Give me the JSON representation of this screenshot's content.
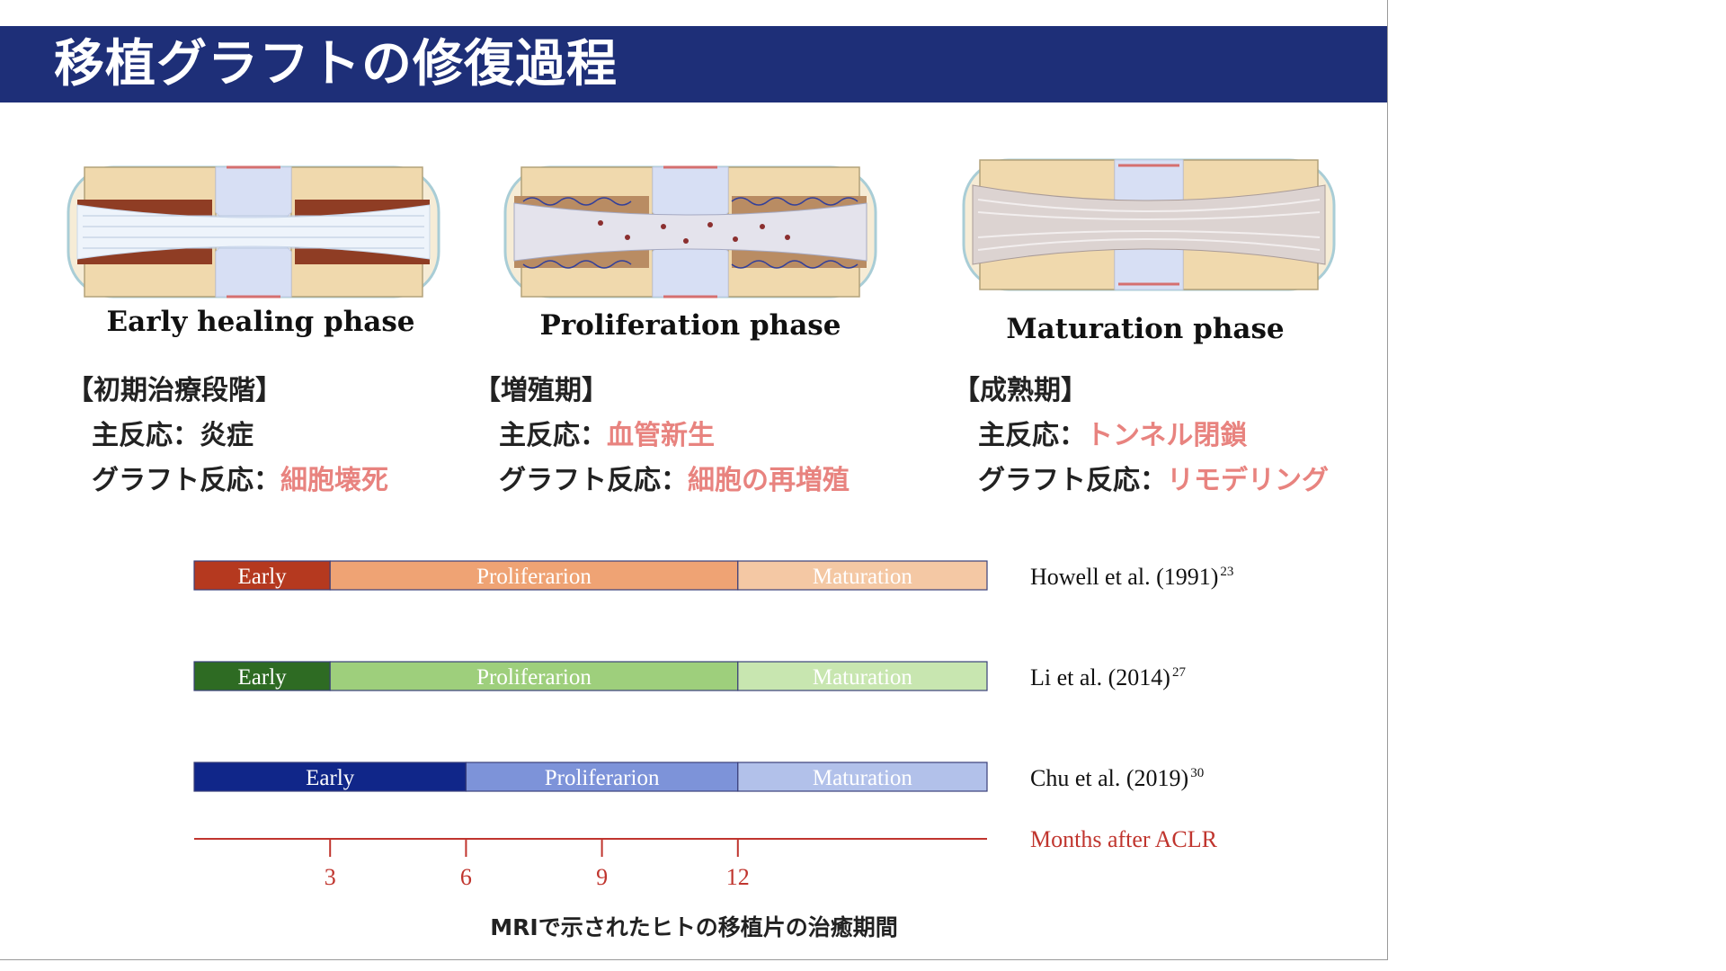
{
  "title": "移植グラフトの修復過程",
  "phases": [
    {
      "label": "Early healing phase",
      "heading": "【初期治療段階】",
      "main_prefix": "主反応：",
      "main_value": "炎症",
      "graft_prefix": "グラフト反応：",
      "graft_value": "細胞壊死"
    },
    {
      "label": "Proliferation phase",
      "heading": "【増殖期】",
      "main_prefix": "主反応：",
      "main_value": "血管新生",
      "graft_prefix": "グラフト反応：",
      "graft_value": "細胞の再増殖"
    },
    {
      "label": "Maturation phase",
      "heading": "【成熟期】",
      "main_prefix": "主反応：",
      "main_value": "トンネル閉鎖",
      "graft_prefix": "グラフト反応：",
      "graft_value": "リモデリング"
    }
  ],
  "colors": {
    "title_bar": "#1e2f78",
    "accent_text": "#e8837f",
    "axis": "#c0352e"
  },
  "chart_data": {
    "type": "bar",
    "orientation": "horizontal-stacked",
    "xlabel": "Months after ACLR",
    "xticks": [
      3,
      6,
      9,
      12
    ],
    "xlim": [
      0,
      17.5
    ],
    "studies": [
      {
        "reference": "Howell et al. (1991)",
        "sup": "23",
        "colors": [
          "#b5391f",
          "#efa374",
          "#f4c8a4"
        ],
        "segments": [
          {
            "name": "Early",
            "start": 0,
            "end": 3
          },
          {
            "name": "Proliferarion",
            "start": 3,
            "end": 12
          },
          {
            "name": "Maturation",
            "start": 12,
            "end": 17.5
          }
        ]
      },
      {
        "reference": "Li et al. (2014)",
        "sup": "27",
        "colors": [
          "#2e6b23",
          "#9ecf7c",
          "#c8e6b0"
        ],
        "segments": [
          {
            "name": "Early",
            "start": 0,
            "end": 3
          },
          {
            "name": "Proliferarion",
            "start": 3,
            "end": 12
          },
          {
            "name": "Maturation",
            "start": 12,
            "end": 17.5
          }
        ]
      },
      {
        "reference": "Chu et al. (2019)",
        "sup": "30",
        "colors": [
          "#102689",
          "#7d93d9",
          "#b2c1ea"
        ],
        "segments": [
          {
            "name": "Early",
            "start": 0,
            "end": 6
          },
          {
            "name": "Proliferarion",
            "start": 6,
            "end": 12
          },
          {
            "name": "Maturation",
            "start": 12,
            "end": 17.5
          }
        ]
      }
    ]
  },
  "caption": "MRIで示されたヒトの移植片の治癒期間"
}
